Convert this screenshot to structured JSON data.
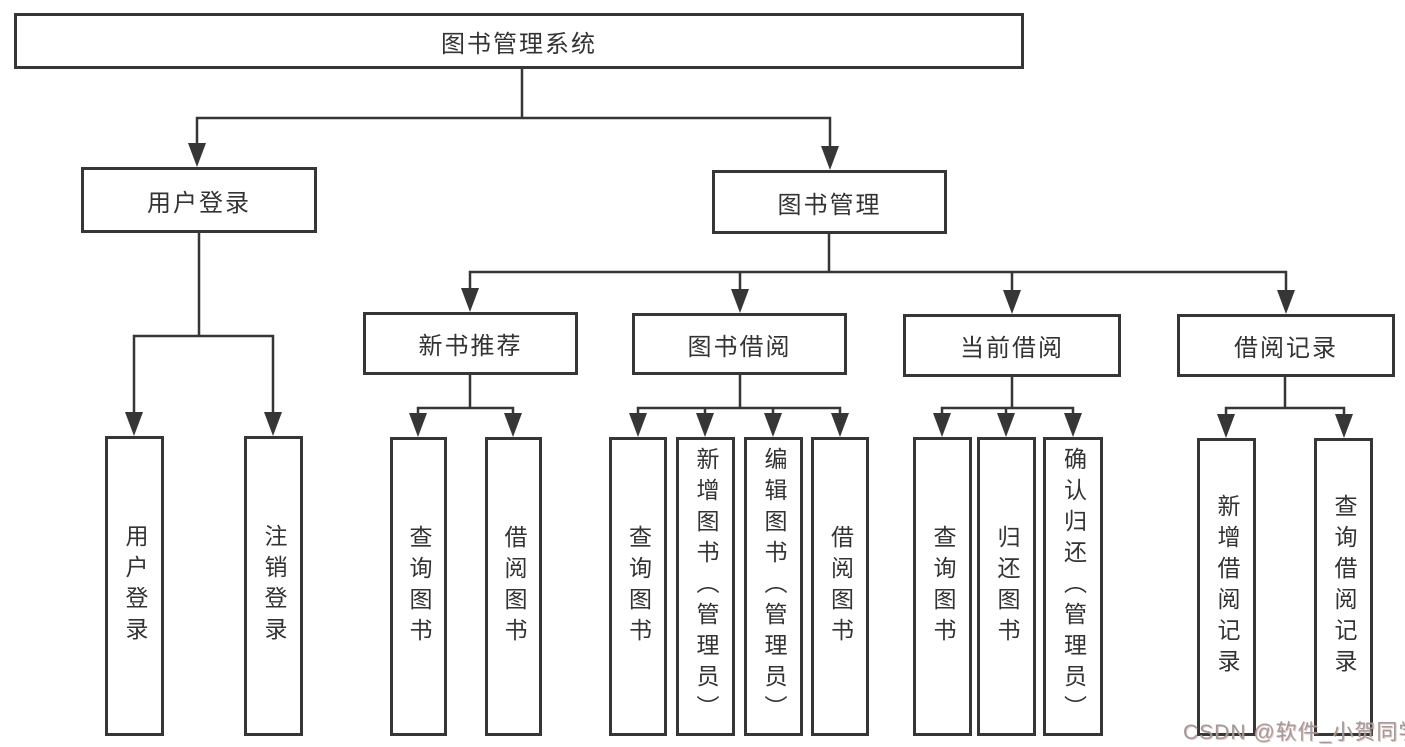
{
  "diagram": {
    "root": "图书管理系统",
    "level1": [
      "用户登录",
      "图书管理"
    ],
    "level2": [
      "新书推荐",
      "图书借阅",
      "当前借阅",
      "借阅记录"
    ],
    "leaves": [
      "用户登录",
      "注销登录",
      "查询图书",
      "借阅图书",
      "查询图书",
      "新增图书（管理员）",
      "编辑图书（管理员）",
      "借阅图书",
      "查询图书",
      "归还图书",
      "确认归还（管理员）",
      "新增借阅记录",
      "查询借阅记录"
    ]
  },
  "watermark": "CSDN @软件_小贺同学",
  "colors": {
    "line": "#363636",
    "text": "#333333",
    "background": "#ffffff",
    "watermark": "#9c9c9c"
  }
}
